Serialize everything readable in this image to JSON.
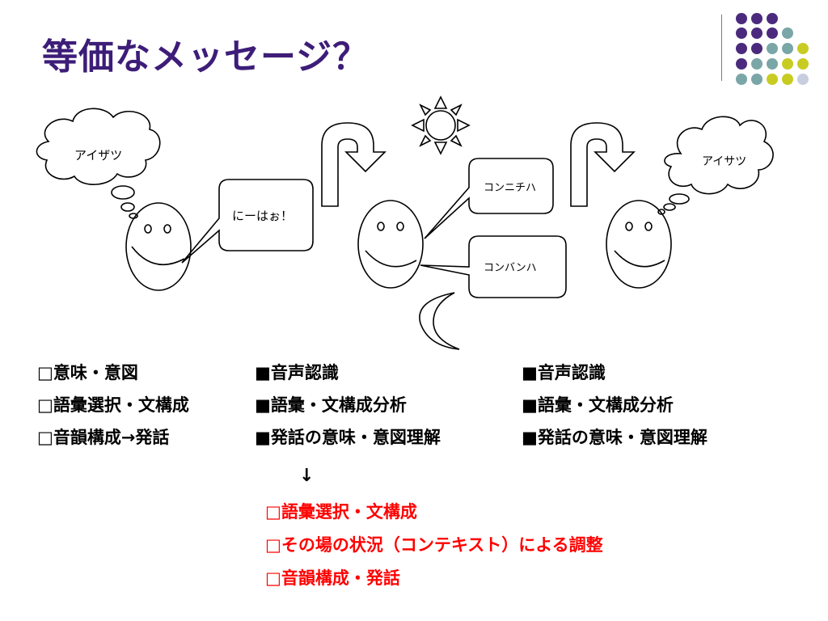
{
  "slide": {
    "title": "等価なメッセージ？",
    "colors": {
      "title": "#3d1d78",
      "red_text": "#ff0000",
      "dot_purple": "#4b2a7e",
      "dot_teal": "#7aa6a8",
      "dot_yellow": "#c8cc22",
      "dot_lavender": "#c9cde0"
    }
  },
  "illustration": {
    "cloud_left": "アイザツ",
    "bubble_1": "にーはぉ！",
    "bubble_2": "コンニチハ",
    "bubble_3": "コンバンハ",
    "cloud_right": "アイサツ",
    "icons": [
      "sun-icon",
      "moon-icon",
      "curved-arrow-icon"
    ]
  },
  "columns": {
    "speaker": [
      "□意味・意図",
      "□語彙選択・文構成",
      "□音韻構成→発話"
    ],
    "listener_1": [
      "■音声認識",
      "■語彙・文構成分析",
      "■発話の意味・意図理解"
    ],
    "listener_2": [
      "■音声認識",
      "■語彙・文構成分析",
      "■発話の意味・意図理解"
    ],
    "down_arrow": "↓",
    "response": [
      "□語彙選択・文構成",
      "□その場の状況（コンテキスト）による調整",
      "□音韻構成・発話"
    ]
  }
}
